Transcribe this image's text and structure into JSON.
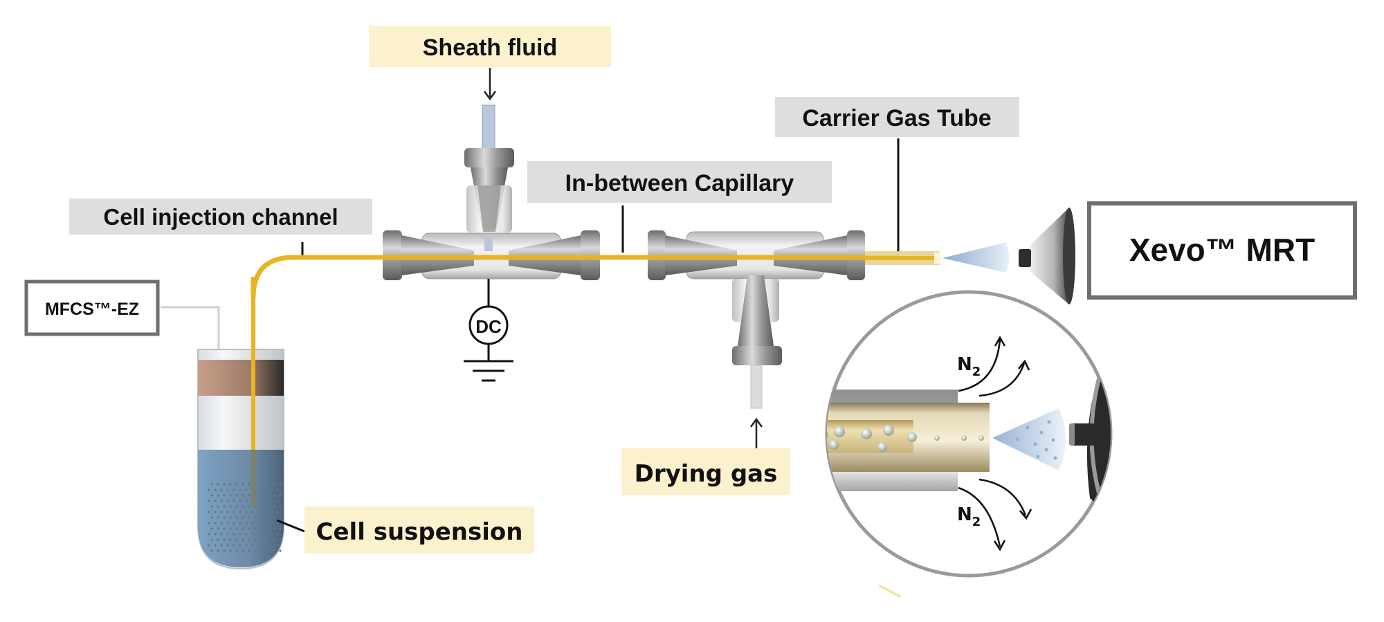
{
  "diagram": {
    "labels": {
      "sheath_fluid": "Sheath fluid",
      "cell_injection_channel": "Cell injection channel",
      "in_between_capillary": "In-between Capillary",
      "carrier_gas_tube": "Carrier Gas Tube",
      "xevo_mrt": "Xevo™ MRT",
      "mfcs_ez": "MFCS™-EZ",
      "drying_gas": "Drying gas",
      "cell_suspension": "Cell suspension",
      "dc_source": "DC",
      "n2_top": "N",
      "n2_top_sub": "2",
      "n2_bottom": "N",
      "n2_bottom_sub": "2"
    },
    "colors": {
      "capillary": "#e8b423",
      "label_yellow": "#fcf1cd",
      "label_gray": "#dedede",
      "liquid": "#7c9cba",
      "metal": "#8a8a8a",
      "spray": "#b8cfe8"
    }
  }
}
